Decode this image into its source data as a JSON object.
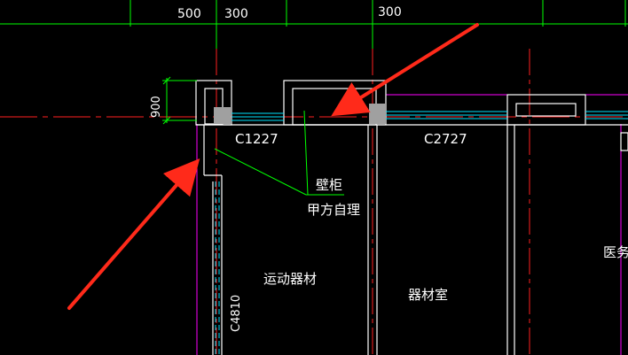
{
  "dimensions": {
    "top_left": "500",
    "top_mid": "300",
    "top_right": "300",
    "side": "900"
  },
  "windows": {
    "c1227": "C1227",
    "c2727": "C2727",
    "c4810": "C4810"
  },
  "callout": {
    "line1": "壁柜",
    "line2": "甲方自理"
  },
  "rooms": {
    "sports_equipment": "运动器材",
    "equipment_room": "器材室",
    "medical_partial": "医务"
  },
  "colors": {
    "background": "#000000",
    "wall": "#ffffff",
    "axis": "#ff2020",
    "dimension": "#00ff00",
    "boundary": "#ff00ff",
    "window": "#00e5ff",
    "column": "#a0a0a0",
    "arrow": "#ff2a1a"
  }
}
